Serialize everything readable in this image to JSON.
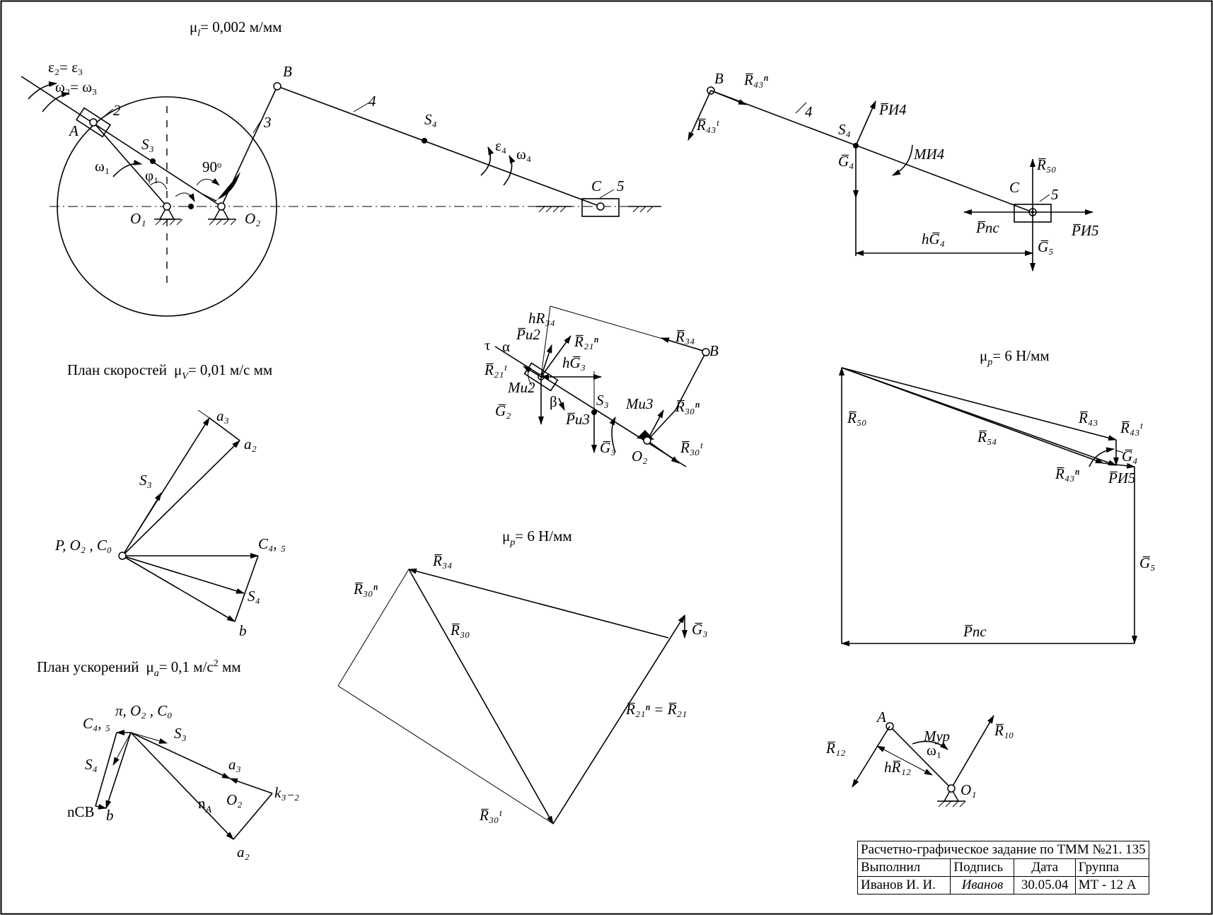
{
  "scales": {
    "length": {
      "sym": "μ",
      "sub": "l",
      "text": "= 0,002  м/мм"
    },
    "velocity": {
      "label": "План скоростей",
      "sym": "μ",
      "sub": "V",
      "text": "= 0,01  м/с мм"
    },
    "acceleration": {
      "label": "План ускорений",
      "sym": "μ",
      "sub": "a",
      "text": "= 0,1  м/с",
      "sup": "2",
      "tail": " мм"
    },
    "force_left": {
      "sym": "μ",
      "sub": "p",
      "text": "= 6  Н/мм"
    },
    "force_right": {
      "sym": "μ",
      "sub": "p",
      "text": "= 6  Н/мм"
    }
  },
  "mechanism": {
    "eps23": "ε₂= ε₃",
    "om23": "ω₂= ω₃",
    "A": "A",
    "B": "B",
    "C": "C",
    "S3": "S₃",
    "S4": "S₄",
    "O1": "O₁",
    "O2": "O₂",
    "n2": "2",
    "n3": "3",
    "n4": "4",
    "n5": "5",
    "om1": "ω₁",
    "phi1": "φ₁",
    "angle": "90ᵒ",
    "eps4": "ε₄",
    "om4": "ω₄"
  },
  "group45": {
    "B": "B",
    "R43n": "R̅₄₃ⁿ",
    "R43t": "R̅₄₃ᵗ",
    "n4": "4",
    "S4": "S₄",
    "PI4": "P̅И4",
    "MI4": "MИ4",
    "G4": "G̅₄",
    "R50": "R̅₅₀",
    "C": "C",
    "n5": "5",
    "Ppc": "P̅пс",
    "PI5": "P̅И5",
    "G5": "G̅₅",
    "hG4": "hG̅₄"
  },
  "velocity_plan": {
    "a3": "a₃",
    "a2": "a₂",
    "S3": "S₃",
    "pole": "P, O₂ , C₀",
    "C45": "C₄, ₅",
    "S4": "S₄",
    "b": "b"
  },
  "accel_plan": {
    "pole": "π, O₂ , C₀",
    "C45": "C₄, ₅",
    "S3": "S₃",
    "S4": "S₄",
    "a3": "a₃",
    "nCB": "nСВ",
    "b": "b",
    "nA": "n",
    "nA_sub": "A",
    "O2": "O₂",
    "k32": "k₃₋₂",
    "a2": "a₂"
  },
  "group23": {
    "tau": "τ",
    "alpha": "α",
    "hR34": "hR₃₄",
    "PI2": "P̅и2",
    "R21t": "R̅₂₁ᵗ",
    "R21n": "R̅₂₁ⁿ",
    "hG3": "hG̅₃",
    "MI2": "Mи2",
    "beta": "β",
    "G2": "G̅₂",
    "PI3": "P̅и3",
    "S3": "S₃",
    "MI3": "Mи3",
    "G3": "G̅₃",
    "O2": "O₂",
    "R30n": "R̅₃₀ⁿ",
    "R30t": "R̅₃₀ᵗ",
    "R34": "R̅₃₄",
    "B": "B"
  },
  "force_plan_23": {
    "R34": "R̅₃₄",
    "R30n": "R̅₃₀ⁿ",
    "R30": "R̅₃₀",
    "G3": "G̅₃",
    "R21": "R̅₂₁ⁿ  = R̅₂₁",
    "R30t": "R̅₃₀ᵗ"
  },
  "force_plan_45": {
    "R50": "R̅₅₀",
    "R54": "R̅₅₄",
    "R43": "R̅₄₃",
    "R43t": "R̅₄₃ᵗ",
    "G4": "G̅₄",
    "R43n": "R̅₄₃ⁿ",
    "PI5": "P̅И5",
    "G5": "G̅₅",
    "Ppc": "P̅пс"
  },
  "crank": {
    "A": "A",
    "Mur": "Mур",
    "om1": "ω₁",
    "R10": "R̅₁₀",
    "R12": "R̅₁₂",
    "hR12": "hR̅₁₂",
    "O1": "O₁"
  },
  "stamp": {
    "title": "Расчетно-графическое задание  по ТММ №21. 135",
    "headers": [
      "Выполнил",
      "Подпись",
      "Дата",
      "Группа"
    ],
    "values": [
      "Иванов И. И.",
      "Иванов",
      "30.05.04",
      "МТ - 12 А"
    ]
  }
}
